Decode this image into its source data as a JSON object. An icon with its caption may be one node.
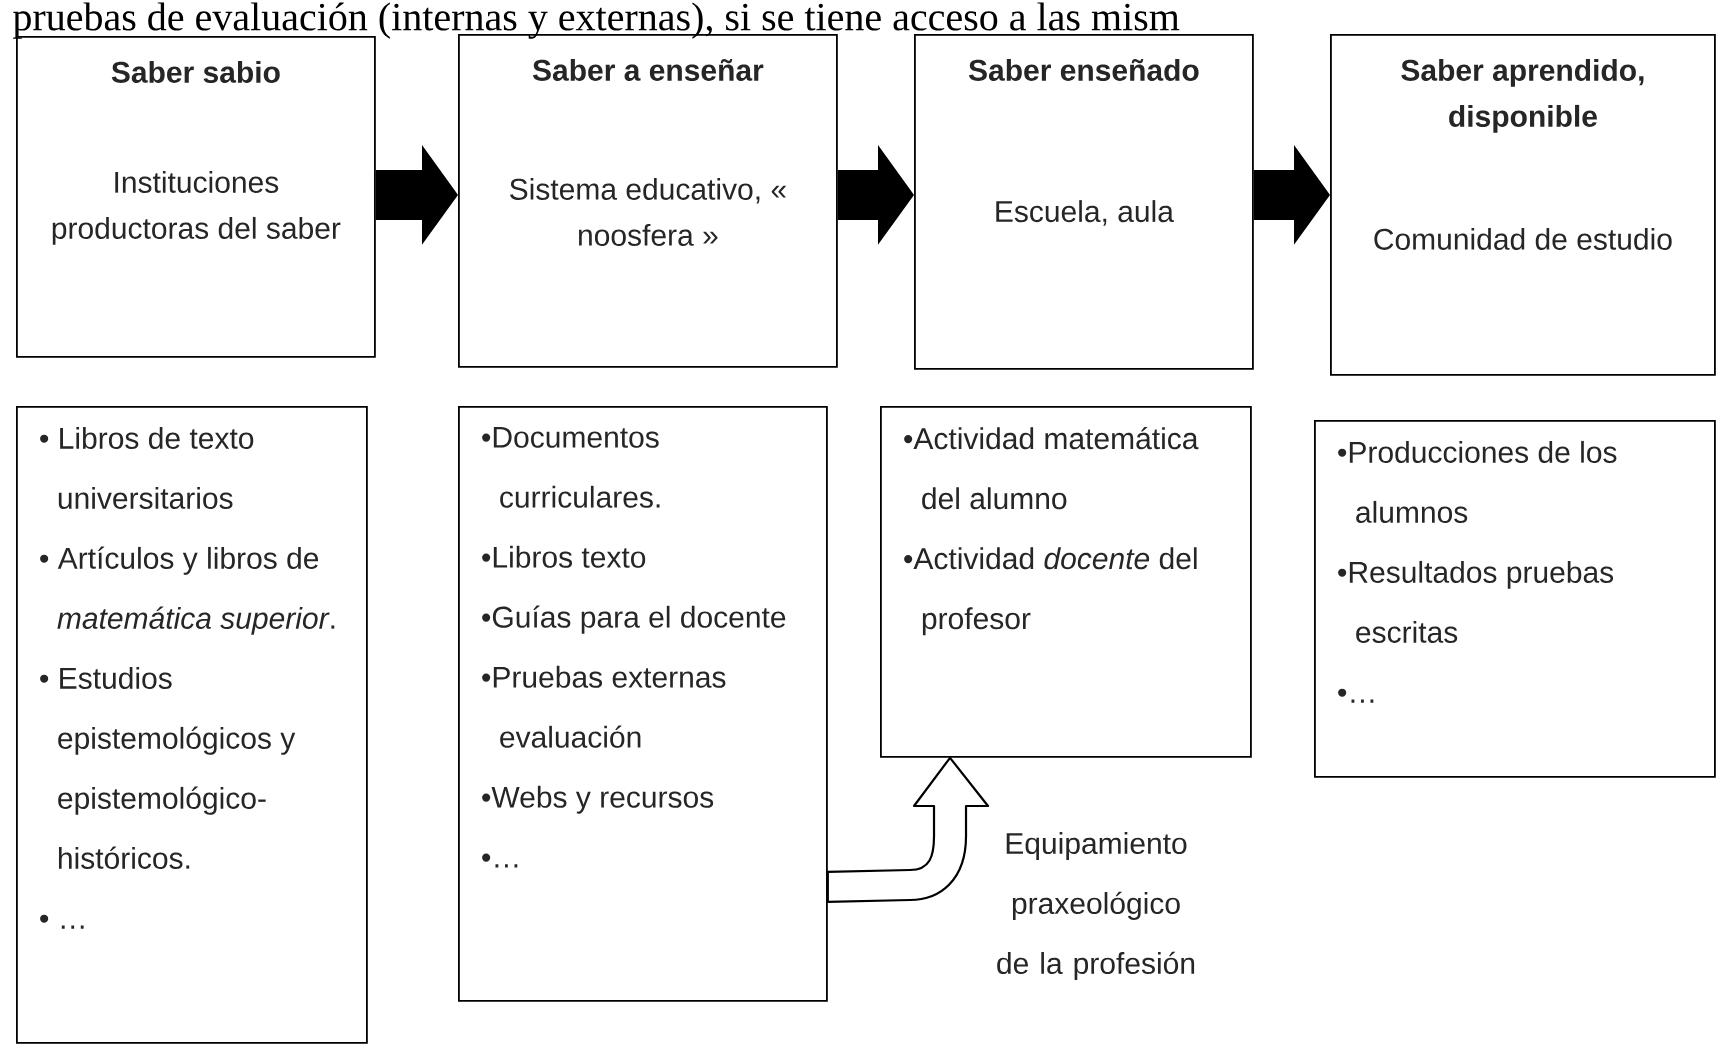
{
  "diagram": {
    "nodes": [
      {
        "text": [
          "Saber sabio",
          "Instituciones productoras del saber"
        ]
      },
      {
        "text": [
          "Saber a enseñar",
          "Sistema educativo, « noosfera »"
        ]
      },
      {
        "text": [
          "Saber enseñado",
          "Escuela, aula"
        ]
      },
      {
        "text": [
          "Saber aprendido, disponible",
          "Comunidad de estudio"
        ]
      },
      {
        "text": [
          "• Libros de texto universitarios",
          "• Artículos y libros de *matemática superior*.",
          "• Estudios epistemológicos y epistemológico-históricos.",
          "• …"
        ]
      },
      {
        "text": [
          "•Documentos curriculares.",
          "•Libros texto",
          "•Guías para el docente",
          "•Pruebas externas evaluación",
          "•Webs y recursos",
          "•…"
        ]
      },
      {
        "text": [
          "•Actividad matemática del alumno",
          "•Actividad *docente* del profesor"
        ]
      },
      {
        "text": [
          "•Producciones de los alumnos",
          "•Resultados pruebas escritas",
          "•…"
        ]
      }
    ],
    "edges": [
      {
        "from": 0,
        "to": 1,
        "arrow": "to"
      },
      {
        "from": 1,
        "to": 2,
        "arrow": "to"
      },
      {
        "from": 2,
        "to": 3,
        "arrow": "to"
      },
      {
        "from": 5,
        "to": 6,
        "arrow": "to",
        "label": "Equipamiento praxeológico de la profesión"
      }
    ],
    "labels": [
      "pruebas de evaluación (internas y externas), si se tiene acceso a las mism"
    ]
  }
}
